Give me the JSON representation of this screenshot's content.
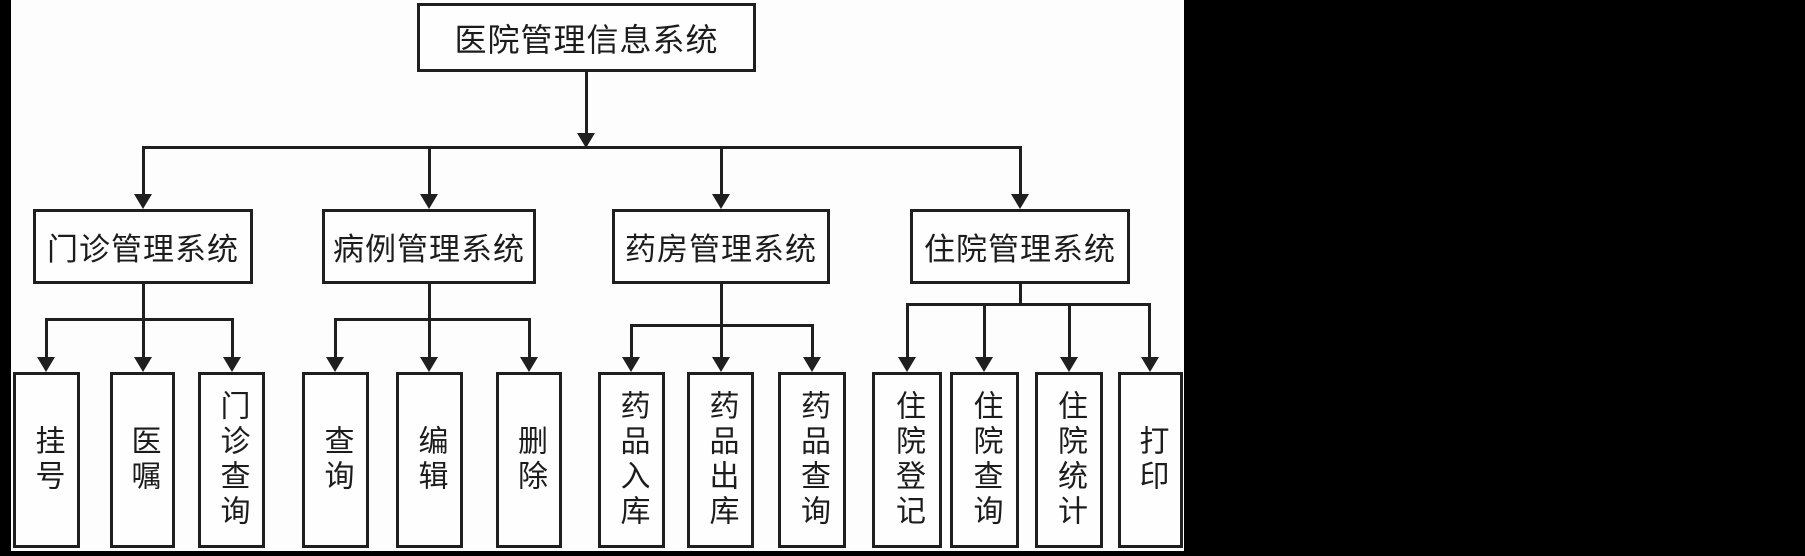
{
  "diagram": {
    "title_node": "医院管理信息系统",
    "groups": [
      {
        "system": "门诊管理系统",
        "modules": [
          "挂号",
          "医嘱",
          "门诊查询"
        ]
      },
      {
        "system": "病例管理系统",
        "modules": [
          "查询",
          "编辑",
          "删除"
        ]
      },
      {
        "system": "药房管理系统",
        "modules": [
          "药品入库",
          "药品出库",
          "药品查询"
        ]
      },
      {
        "system": "住院管理系统",
        "modules": [
          "住院登记",
          "住院查询",
          "住院统计",
          "打印"
        ]
      }
    ],
    "colors": {
      "line": "#1f1f1f",
      "background": "#fdfdfd",
      "mask": "#000000"
    }
  }
}
